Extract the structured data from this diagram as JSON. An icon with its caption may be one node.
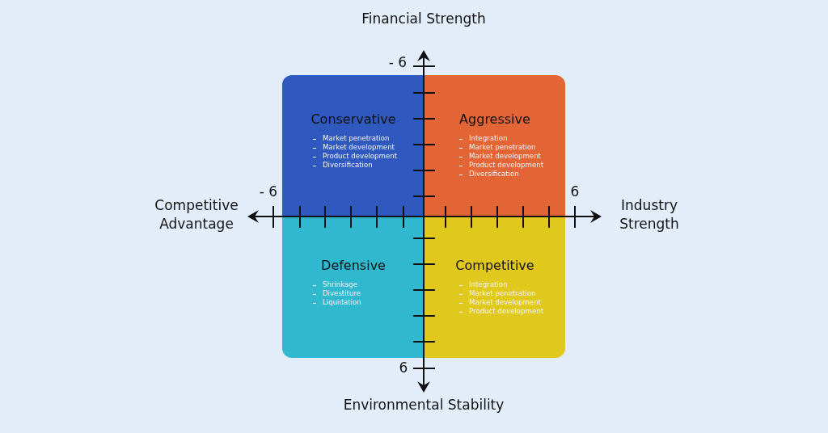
{
  "diagram": {
    "nodes": [
      {
        "text": [
          "Conservative",
          "Market penetration",
          "Market development",
          "Product development",
          "Diversification"
        ]
      },
      {
        "text": [
          "Aggressive",
          "Integration",
          "Market penetration",
          "Market development",
          "Product development",
          "Diversification"
        ]
      },
      {
        "text": [
          "Defensive",
          "Shrinkage",
          "Divestiture",
          "Liquidation"
        ]
      },
      {
        "text": [
          "Competitive",
          "Integration",
          "Market penetration",
          "Market development",
          "Product development"
        ]
      }
    ],
    "edges": [],
    "labels": [
      "Financial Strength",
      "- 6",
      "Competitive Advantage",
      "- 6",
      "6",
      "Industry Strength",
      "6",
      "Environmental Stability"
    ]
  }
}
